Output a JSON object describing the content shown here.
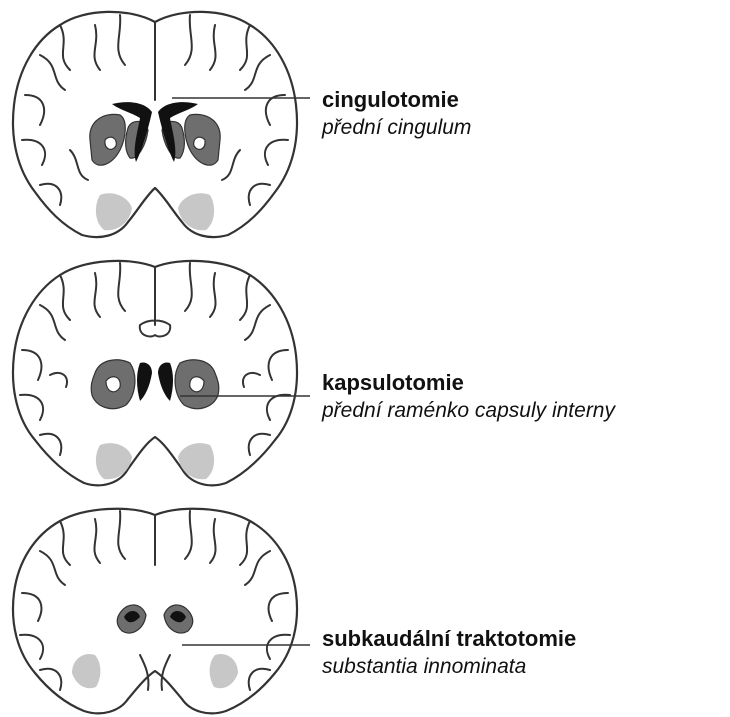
{
  "procedures": [
    {
      "title": "cingulotomie",
      "target": "přední cingulum"
    },
    {
      "title": "kapsulotomie",
      "target": "přední raménko capsuly interny"
    },
    {
      "title": "subkaudální traktotomie",
      "target": "substantia innominata"
    }
  ],
  "colors": {
    "basal_ganglia": "#6e6e6e",
    "lesion": "#111111",
    "temporal_region": "#c7c7c7",
    "outline": "#333333"
  }
}
